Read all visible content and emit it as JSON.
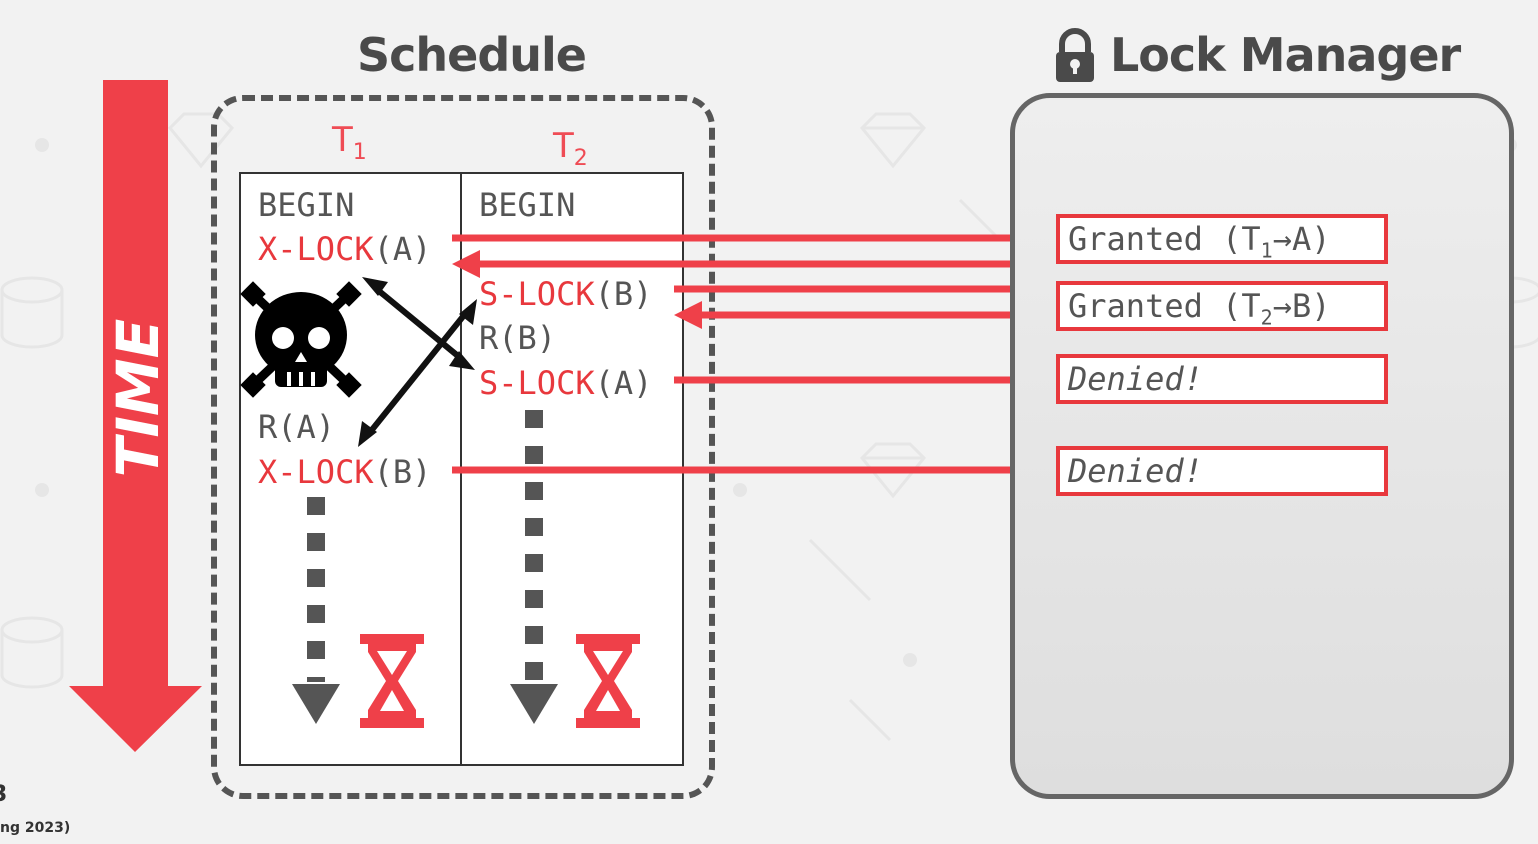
{
  "schedule": {
    "title": "Schedule",
    "t1_label": "T",
    "t1_sub": "1",
    "t2_label": "T",
    "t2_sub": "2"
  },
  "lock_manager": {
    "title": "Lock Manager"
  },
  "time_label": "TIME",
  "t1_ops": {
    "begin": "BEGIN",
    "xlock_a_op": "X-LOCK",
    "xlock_a_arg": "(A)",
    "read_a": "R(A)",
    "xlock_b_op": "X-LOCK",
    "xlock_b_arg": "(B)"
  },
  "t2_ops": {
    "begin": "BEGIN",
    "slock_b_op": "S-LOCK",
    "slock_b_arg": "(B)",
    "read_b": "R(B)",
    "slock_a_op": "S-LOCK",
    "slock_a_arg": "(A)"
  },
  "responses": {
    "r1_pre": "Granted (T",
    "r1_sub": "1",
    "r1_post": "→A)",
    "r2_pre": "Granted (T",
    "r2_sub": "2",
    "r2_post": "→B)",
    "r3": "Denied!",
    "r4": "Denied!"
  },
  "footer": {
    "line1": "3",
    "line2": "ng 2023)"
  },
  "icons": [
    "lock-icon",
    "skull-crossbones-icon",
    "hourglass-icon",
    "time-arrow-icon"
  ],
  "colors": {
    "accent": "#e8383d",
    "text": "#555555",
    "box_border": "#555555"
  }
}
